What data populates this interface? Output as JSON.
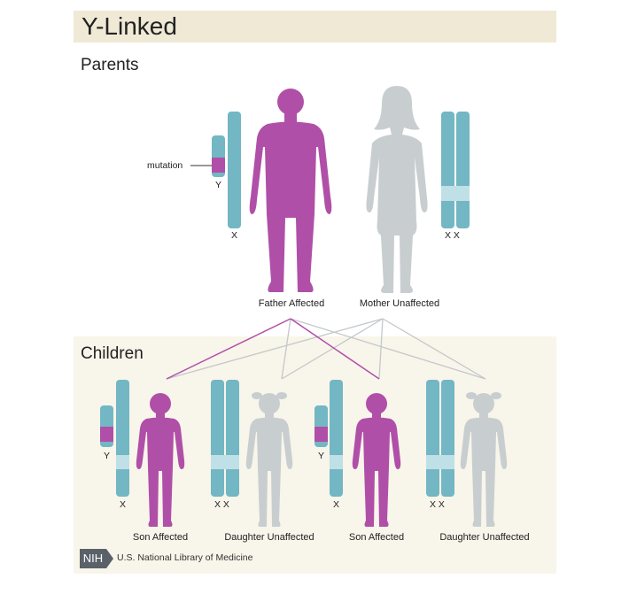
{
  "title": "Y-Linked",
  "sections": {
    "parents": "Parents",
    "children": "Children"
  },
  "labels": {
    "mutation": "mutation",
    "father_y": "Y",
    "father_x": "X",
    "mother_xx": "X X",
    "child1_y": "Y",
    "child1_x": "X",
    "child2_xx": "X X",
    "child3_y": "Y",
    "child3_x": "X",
    "child4_xx": "X X"
  },
  "captions": {
    "father": "Father Affected",
    "mother": "Mother Unaffected",
    "child1": "Son Affected",
    "child2": "Daughter Unaffected",
    "child3": "Son Affected",
    "child4": "Daughter Unaffected"
  },
  "footer": {
    "logo_text": "NIH",
    "org": "U.S. National Library of Medicine"
  },
  "colors": {
    "affected": "#b04fa8",
    "unaffected": "#c8ced0",
    "chromosome": "#72b7c3",
    "band": "#bfe0e6",
    "line_affected": "#b04fa8",
    "line_unaffected": "#c4c8cb",
    "title_bg": "#efe9d6",
    "children_bg": "#f8f5ea"
  }
}
